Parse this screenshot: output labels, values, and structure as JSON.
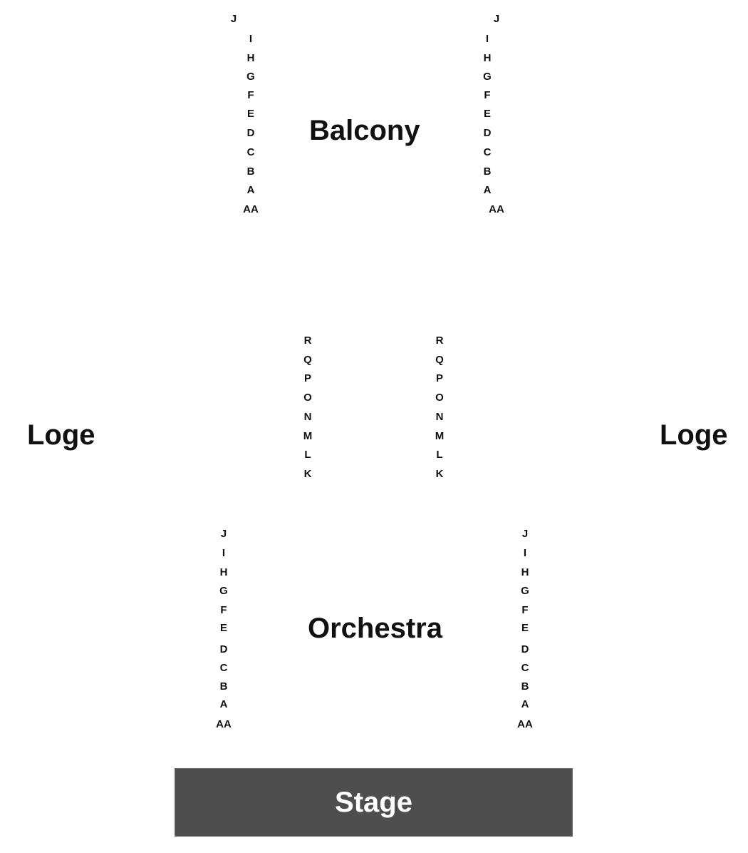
{
  "sections": {
    "balcony": "Balcony",
    "orchestra": "Orchestra",
    "loge_left": "Loge",
    "loge_right": "Loge",
    "stage": "Stage"
  },
  "rows": {
    "balcony": [
      "J",
      "I",
      "H",
      "G",
      "F",
      "E",
      "D",
      "C",
      "B",
      "A",
      "AA"
    ],
    "loge_center": [
      "R",
      "Q",
      "P",
      "O",
      "N",
      "M",
      "L",
      "K"
    ],
    "orchestra": [
      "J",
      "I",
      "H",
      "G",
      "F",
      "E",
      "D",
      "C",
      "B",
      "A",
      "AA"
    ]
  },
  "colors": {
    "stage_fill": "#4e4e4e",
    "stage_text": "#ffffff",
    "text": "#111111"
  }
}
